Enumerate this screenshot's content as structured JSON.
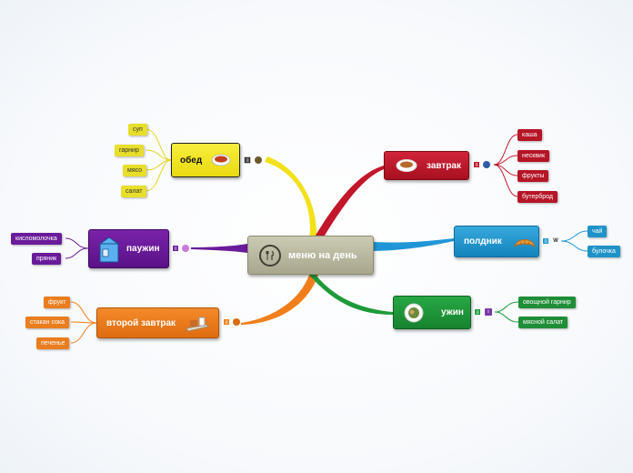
{
  "central": {
    "label": "меню на день",
    "icon": "fork-knife-icon"
  },
  "branches": {
    "obed": {
      "label": "обед",
      "color": "#f0e21a",
      "leaves": [
        "суп",
        "гарнир",
        "мясо",
        "салат"
      ]
    },
    "zavtrak": {
      "label": "завтрак",
      "color": "#c2162a",
      "leaves": [
        "каша",
        "несквик",
        "фрукты",
        "бутерброд"
      ]
    },
    "poldnik": {
      "label": "полдник",
      "color": "#1f9ad1",
      "leaves": [
        "чай",
        "булочка"
      ]
    },
    "paujin": {
      "label": "паужин",
      "color": "#6a1b9a",
      "leaves": [
        "кисломолочка",
        "пряник"
      ]
    },
    "vtoroi": {
      "label": "второй завтрак",
      "color": "#f07f1b",
      "leaves": [
        "фрукт",
        "стакан сока",
        "печенье"
      ]
    },
    "ujin": {
      "label": "ужин",
      "color": "#1f9a3a",
      "leaves": [
        "овощной гарнир",
        "мясной салат"
      ]
    }
  }
}
